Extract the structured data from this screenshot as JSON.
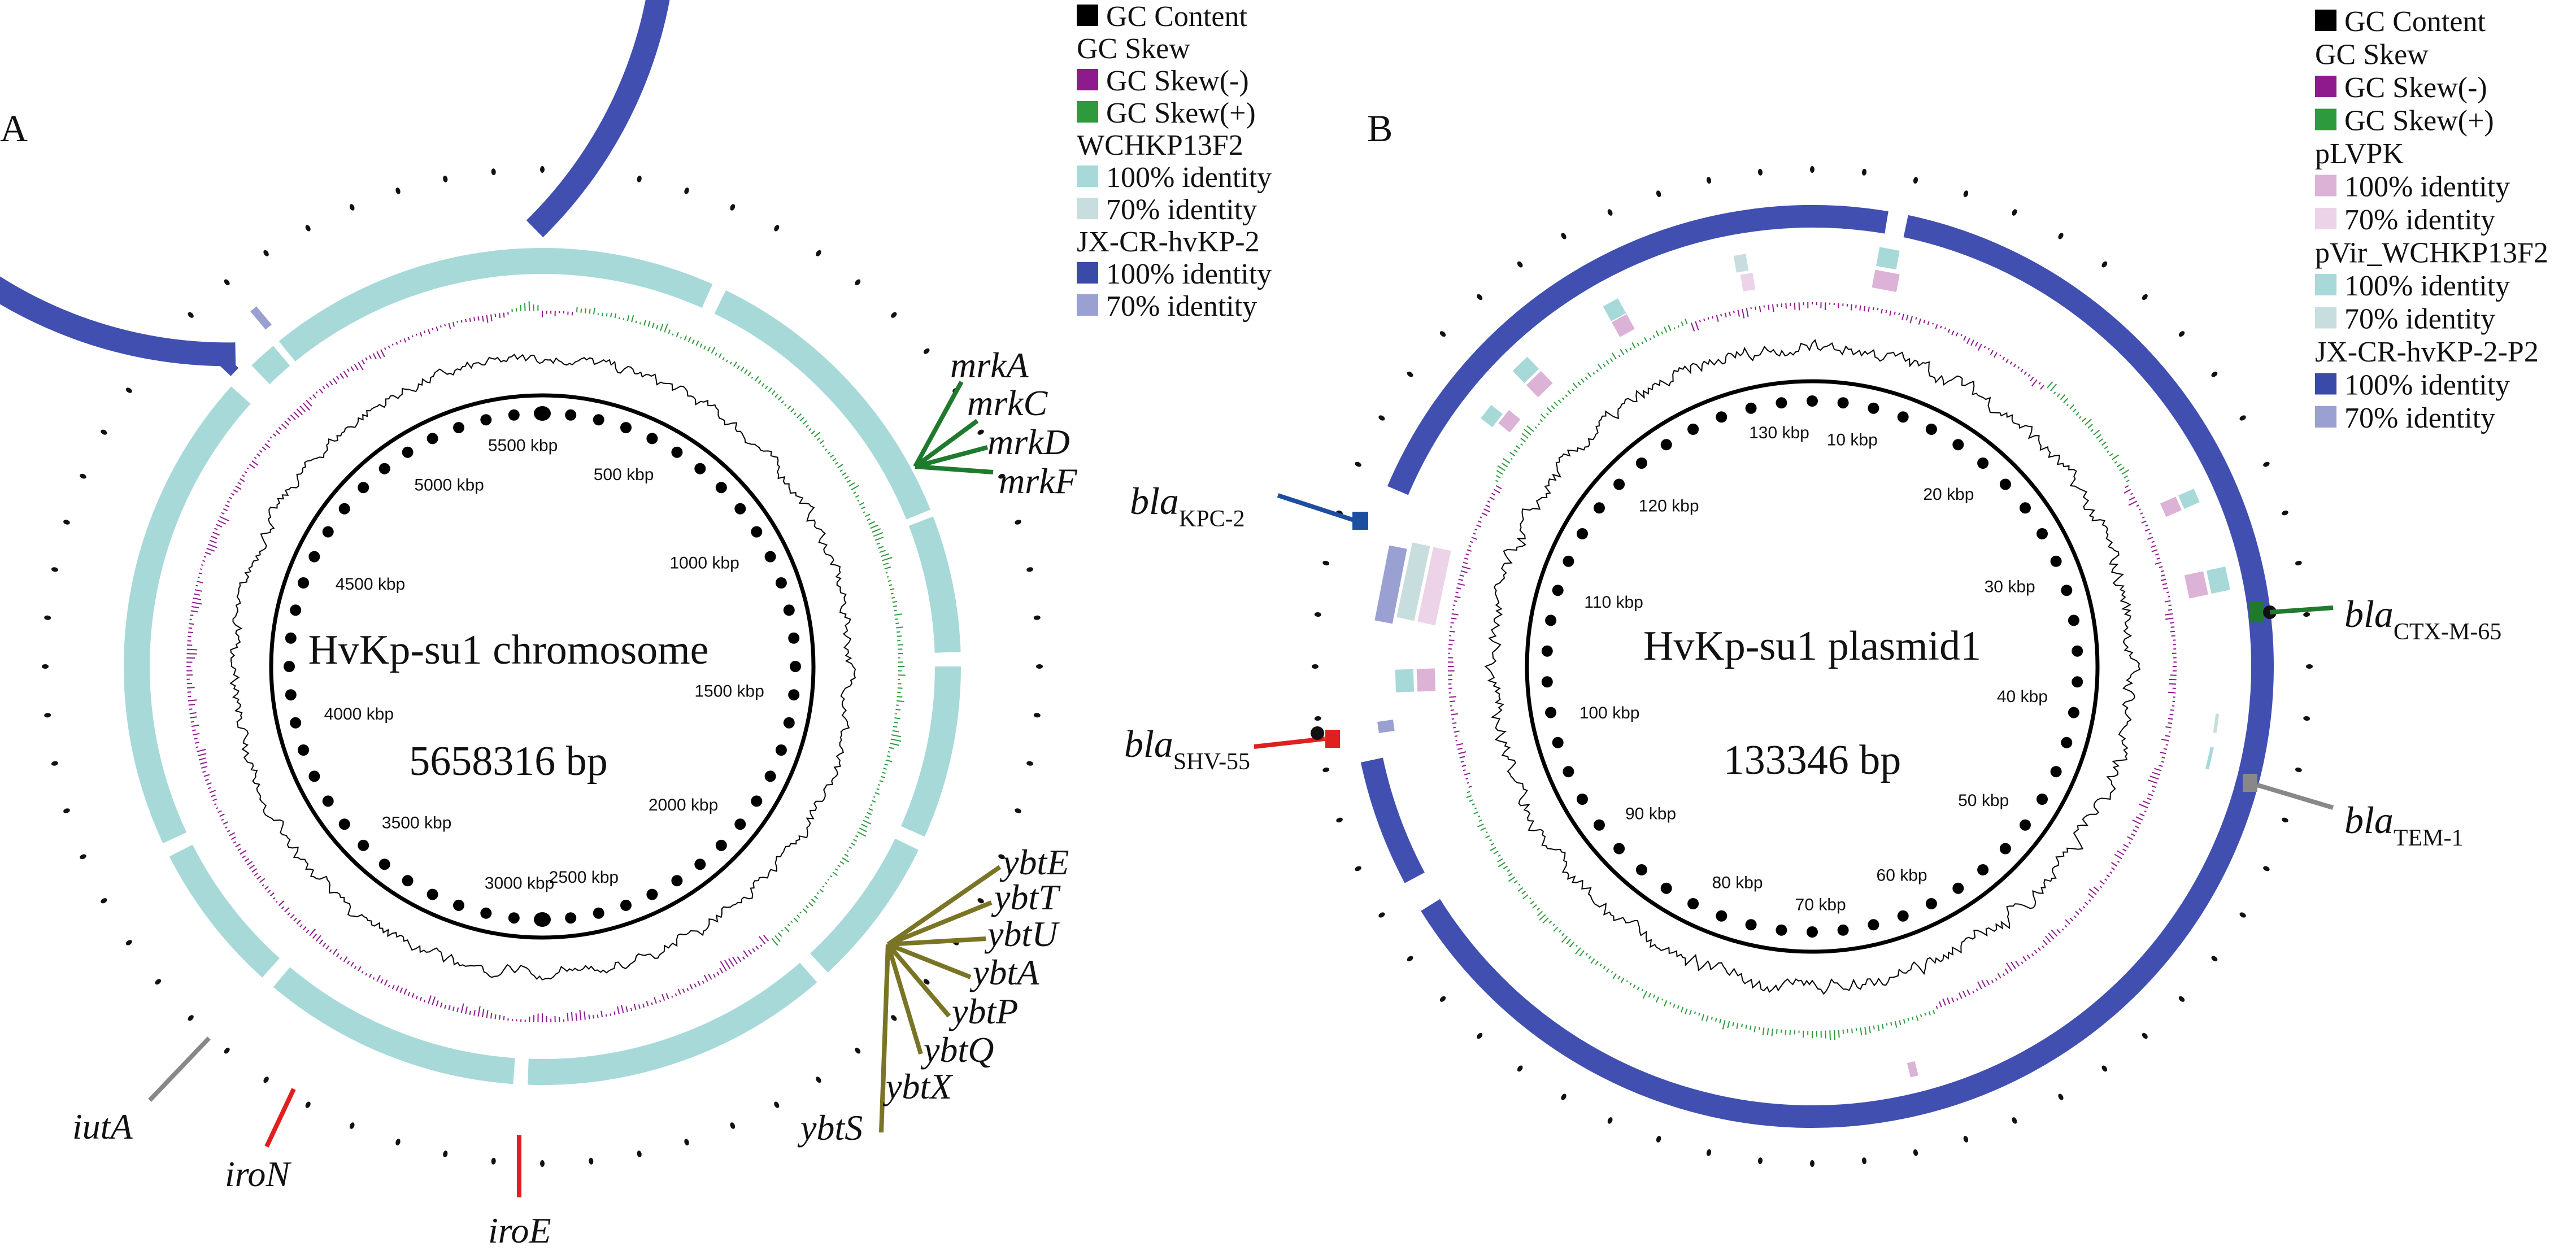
{
  "panel_a": {
    "letter": "A",
    "title": "HvKp-su1 chromosome",
    "length": "5658316 bp",
    "tick_labels": [
      "5500 kbp",
      "500 kbp",
      "1000 kbp",
      "1500 kbp",
      "2000 kbp",
      "2500 kbp",
      "3000 kbp",
      "3500 kbp",
      "4000 kbp",
      "4500 kbp",
      "5000 kbp"
    ],
    "legend": [
      {
        "text": "GC Content",
        "swatch": "#000000"
      },
      {
        "text": "GC Skew",
        "swatch": null
      },
      {
        "text": "GC Skew(-)",
        "swatch": "#8e1a8e"
      },
      {
        "text": "GC Skew(+)",
        "swatch": "#2e9a3e"
      },
      {
        "text": "WCHKP13F2",
        "swatch": null
      },
      {
        "text": "100% identity",
        "swatch": "#a7d9d9"
      },
      {
        "text": "70% identity",
        "swatch": "#c8dede"
      },
      {
        "text": "JX-CR-hvKP-2",
        "swatch": null
      },
      {
        "text": "100% identity",
        "swatch": "#3a4aa8"
      },
      {
        "text": "70% identity",
        "swatch": "#9aa0d2"
      }
    ],
    "genes": [
      {
        "group": "mrk",
        "color": "#1f7a2e",
        "labels": [
          "mrkA",
          "mrkC",
          "mrkD",
          "mrkF"
        ]
      },
      {
        "group": "ybt",
        "color": "#7a7425",
        "labels": [
          "ybtE",
          "ybtT",
          "ybtU",
          "ybtA",
          "ybtP",
          "ybtQ",
          "ybtX",
          "ybtS"
        ]
      },
      {
        "group": "iut",
        "color": "#888888",
        "labels": [
          "iutA"
        ]
      },
      {
        "group": "iroN",
        "color": "#e0201e",
        "labels": [
          "iroN"
        ]
      },
      {
        "group": "iroE",
        "color": "#e0201e",
        "labels": [
          "iroE"
        ]
      }
    ]
  },
  "panel_b": {
    "letter": "B",
    "title": "HvKp-su1 plasmid1",
    "length": "133346 bp",
    "tick_labels": [
      "130 kbp",
      "10 kbp",
      "20 kbp",
      "30 kbp",
      "40 kbp",
      "50 kbp",
      "60 kbp",
      "70 kbp",
      "80 kbp",
      "90 kbp",
      "100 kbp",
      "110 kbp",
      "120 kbp"
    ],
    "legend": [
      {
        "text": "GC Content",
        "swatch": "#000000"
      },
      {
        "text": "GC Skew",
        "swatch": null
      },
      {
        "text": "GC Skew(-)",
        "swatch": "#8e1a8e"
      },
      {
        "text": "GC Skew(+)",
        "swatch": "#2e9a3e"
      },
      {
        "text": "pLVPK",
        "swatch": null
      },
      {
        "text": "100% identity",
        "swatch": "#dcb2d6"
      },
      {
        "text": "70% identity",
        "swatch": "#ecd3e8"
      },
      {
        "text": "pVir_WCHKP13F2",
        "swatch": null
      },
      {
        "text": "100% identity",
        "swatch": "#a7d9d9"
      },
      {
        "text": "70% identity",
        "swatch": "#c8dede"
      },
      {
        "text": "JX-CR-hvKP-2-P2",
        "swatch": null
      },
      {
        "text": "100% identity",
        "swatch": "#3a4aa8"
      },
      {
        "text": "70% identity",
        "swatch": "#9aa0d2"
      }
    ],
    "genes": [
      {
        "base": "bla",
        "sub": "KPC-2",
        "color": "#1d4fa0"
      },
      {
        "base": "bla",
        "sub": "SHV-55",
        "color": "#e0201e"
      },
      {
        "base": "bla",
        "sub": "CTX-M-65",
        "color": "#1f7a2e"
      },
      {
        "base": "bla",
        "sub": "TEM-1",
        "color": "#888888"
      }
    ]
  },
  "colors": {
    "outer_ring": "#4150b0",
    "teal_ring": "#a7d9d9",
    "skew_pos": "#2e9a3e",
    "skew_neg": "#8e1a8e",
    "gc": "#000000"
  }
}
